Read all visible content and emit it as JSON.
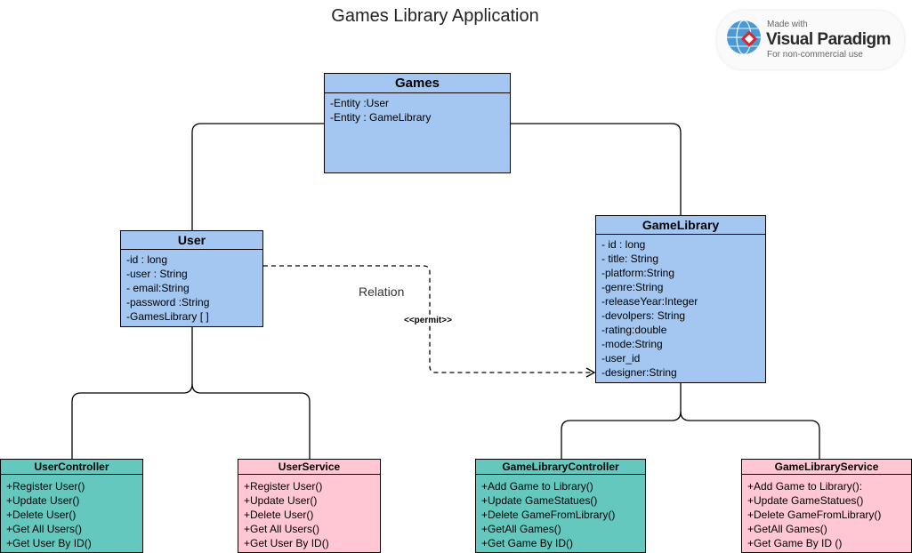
{
  "diagram": {
    "title": "Games Library Application",
    "badge": {
      "made_with": "Made with",
      "brand": "Visual Paradigm",
      "note": "For non-commercial use"
    },
    "relation_label": "Relation",
    "stereotype": "<<permit>>",
    "classes": {
      "games": {
        "name": "Games",
        "attributes": [
          "-Entity :User",
          "-Entity : GameLibrary"
        ]
      },
      "user": {
        "name": "User",
        "attributes": [
          "-id : long",
          "-user : String",
          "- email:String",
          "-password :String",
          "-GamesLibrary [ ]"
        ]
      },
      "game_library": {
        "name": "GameLibrary",
        "attributes": [
          "- id : long",
          "- title: String",
          "-platform:String",
          "-genre:String",
          "-releaseYear:Integer",
          "-devolpers: String",
          "-rating:double",
          "-mode:String",
          "-user_id",
          "-designer:String"
        ]
      },
      "user_controller": {
        "name": "UserController",
        "methods": [
          "+Register User()",
          "+Update User()",
          "+Delete User()",
          "+Get All Users()",
          "+Get User By ID()"
        ]
      },
      "user_service": {
        "name": "UserService",
        "methods": [
          "+Register User()",
          "+Update User()",
          "+Delete User()",
          "+Get All Users()",
          "+Get User By ID()"
        ]
      },
      "game_library_controller": {
        "name": "GameLibraryController",
        "methods": [
          "+Add Game to Library()",
          "+Update GameStatues()",
          "+Delete GameFromLibrary()",
          "+GetAll Games()",
          "+Get Game By ID()"
        ]
      },
      "game_library_service": {
        "name": "GameLibraryService",
        "methods": [
          "+Add Game to Library():",
          "+Update GameStatues()",
          "+Delete GameFromLibrary()",
          "+GetAll Games()",
          "+Get Game By ID ()"
        ]
      }
    },
    "colors": {
      "entity": "#a3c7f1",
      "controller": "#65c8be",
      "service": "#ffc7d4"
    }
  }
}
